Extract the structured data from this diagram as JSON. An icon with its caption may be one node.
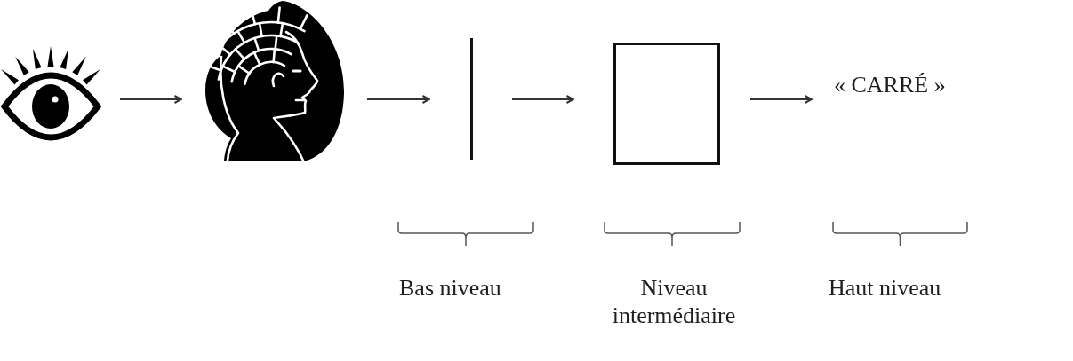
{
  "diagram": {
    "nodes": [
      {
        "text": [],
        "shape": "picture"
      },
      {
        "text": [],
        "shape": "picture"
      },
      {
        "text": [],
        "shape": "line"
      },
      {
        "text": [],
        "shape": "box"
      },
      {
        "text": [
          "« CARRÉ »"
        ]
      }
    ],
    "edges": [
      {
        "from": 0,
        "to": 1,
        "arrow": "to"
      },
      {
        "from": 1,
        "to": 2,
        "arrow": "to"
      },
      {
        "from": 2,
        "to": 3,
        "arrow": "to"
      },
      {
        "from": 3,
        "to": 4,
        "arrow": "to"
      }
    ],
    "labels": [
      "Bas niveau",
      "Niveau intermédiaire",
      "Haut niveau"
    ]
  }
}
